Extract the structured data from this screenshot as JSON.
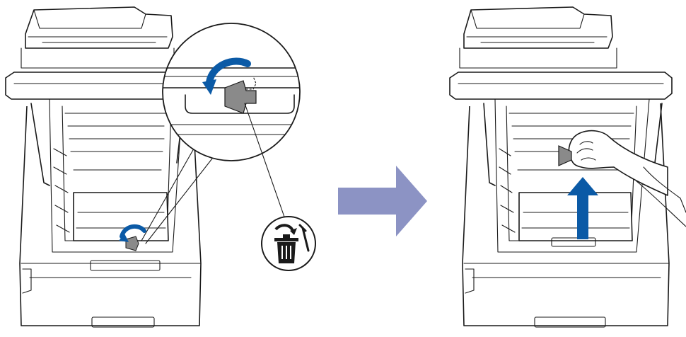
{
  "colors": {
    "line": "#1a1a1a",
    "accent_blue": "#0b5aa6",
    "arrow_fill": "#8c93c4",
    "part_fill": "#8a8a8a",
    "background": "#ffffff"
  },
  "icons": {
    "rotate": "curved-arrow-icon",
    "discard": "trash-bin-icon",
    "lift": "up-arrow-icon",
    "next_step": "right-arrow-icon"
  },
  "steps": [
    {
      "action": "rotate",
      "part": "protective-part"
    },
    {
      "action": "lift",
      "part": "protective-part"
    }
  ]
}
